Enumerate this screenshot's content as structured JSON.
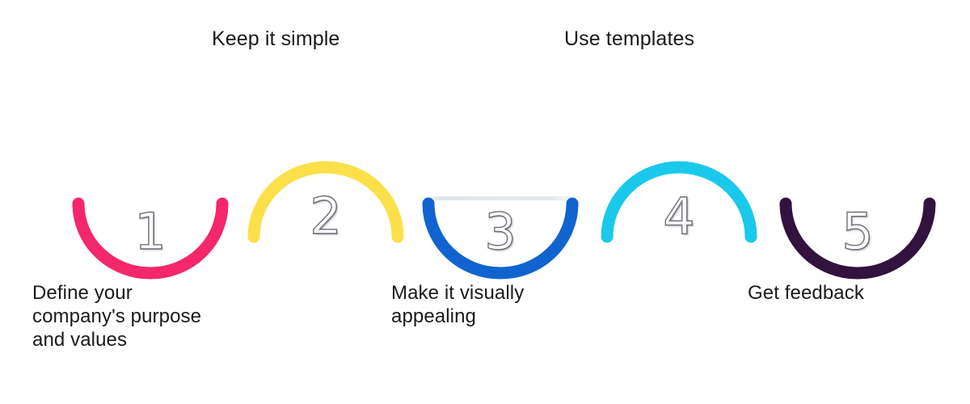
{
  "diagram": {
    "title": "Five step process arcs",
    "background_color": "#ffffff",
    "text_color": "#1a1a1a"
  },
  "steps": [
    {
      "number": "1",
      "color": "#F4276B",
      "color_name": "pink",
      "arc_direction": "down",
      "caption_position": "below",
      "caption_lines": [
        "Define your",
        "company's purpose",
        "and values"
      ]
    },
    {
      "number": "2",
      "color": "#FBE04A",
      "color_name": "yellow",
      "arc_direction": "up",
      "caption_position": "above",
      "caption_lines": [
        "Keep it simple"
      ]
    },
    {
      "number": "3",
      "color": "#1164CF",
      "color_name": "blue",
      "arc_direction": "down",
      "caption_position": "below",
      "caption_lines": [
        "Make it visually",
        "appealing"
      ]
    },
    {
      "number": "4",
      "color": "#1AC8EC",
      "color_name": "cyan",
      "arc_direction": "up",
      "caption_position": "above",
      "caption_lines": [
        "Use templates"
      ]
    },
    {
      "number": "5",
      "color": "#32123F",
      "color_name": "dark-purple",
      "arc_direction": "down",
      "caption_position": "below",
      "caption_lines": [
        "Get feedback"
      ]
    }
  ]
}
